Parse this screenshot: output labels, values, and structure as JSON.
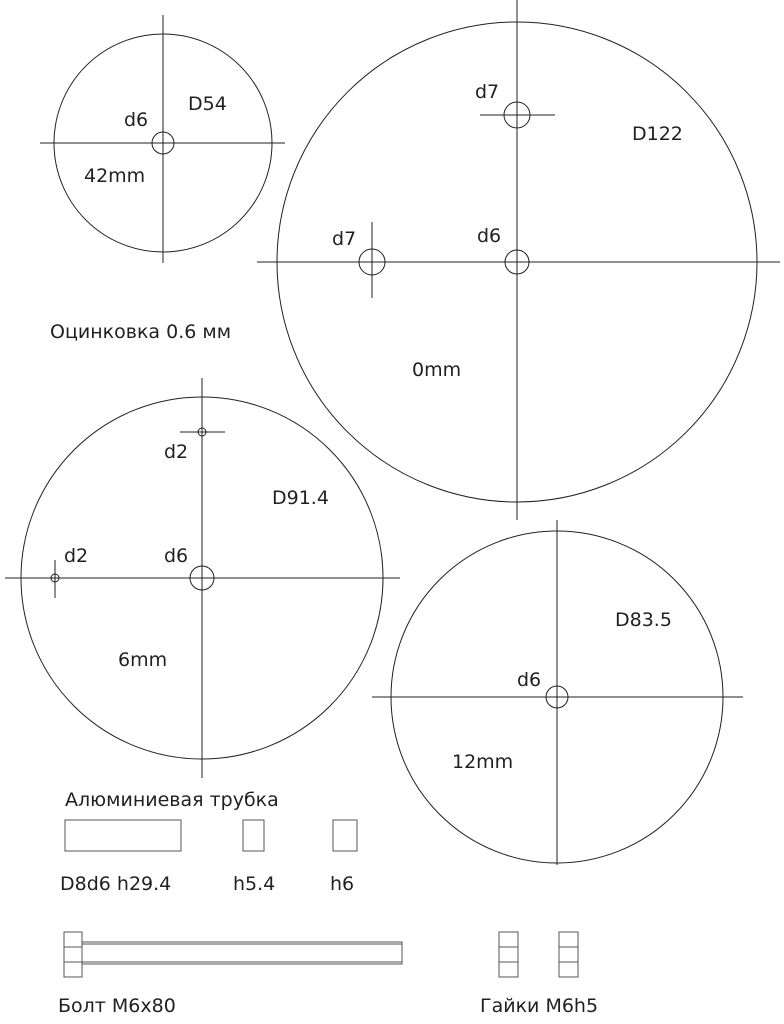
{
  "disc_zinc_small": {
    "hole": "d6",
    "diameter": "D54",
    "offset": "42mm"
  },
  "material_zinc": "Оцинковка 0.6 мм",
  "disc_large": {
    "hole_top": "d7",
    "diameter": "D122",
    "hole_left": "d7",
    "hole_center": "d6",
    "offset": "0mm"
  },
  "disc_medium": {
    "hole_top": "d2",
    "diameter": "D91.4",
    "hole_left": "d2",
    "hole_center": "d6",
    "offset": "6mm"
  },
  "disc_right": {
    "diameter": "D83.5",
    "hole_center": "d6",
    "offset": "12mm"
  },
  "tube": {
    "title": "Алюминиевая трубка",
    "labels": [
      "D8d6 h29.4",
      "h5.4",
      "h6"
    ]
  },
  "bolt_label": "Болт М6х80",
  "nuts_label": "Гайки М6h5"
}
